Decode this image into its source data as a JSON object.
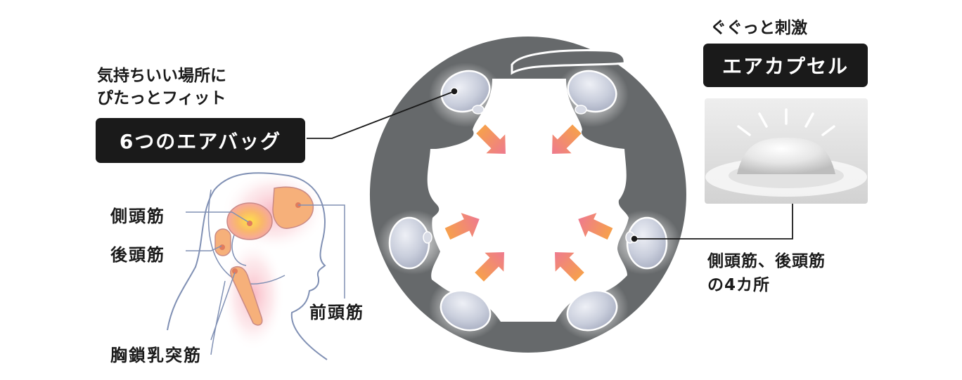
{
  "left_feature": {
    "lead_line_1": "気持ちいい場所に",
    "lead_line_2": "ぴたっとフィット",
    "badge": "6つのエアバッグ"
  },
  "muscles": {
    "temporalis": "側頭筋",
    "occipitalis": "後頭筋",
    "frontalis": "前頭筋",
    "sternocleidomastoid": "胸鎖乳突筋"
  },
  "right_feature": {
    "lead": "ぐぐっと刺激",
    "badge": "エアカプセル",
    "callout_line_1": "側頭筋、後頭筋",
    "callout_line_2": "の4カ所"
  },
  "colors": {
    "ring": "#66696b",
    "airbag": "#c5cad9",
    "arrow_start": "#f6a04d",
    "arrow_end": "#ee7a8e",
    "badge_bg": "#1a1a1a",
    "head_line": "#8090b4",
    "muscle_fill": "#f6b07a"
  }
}
